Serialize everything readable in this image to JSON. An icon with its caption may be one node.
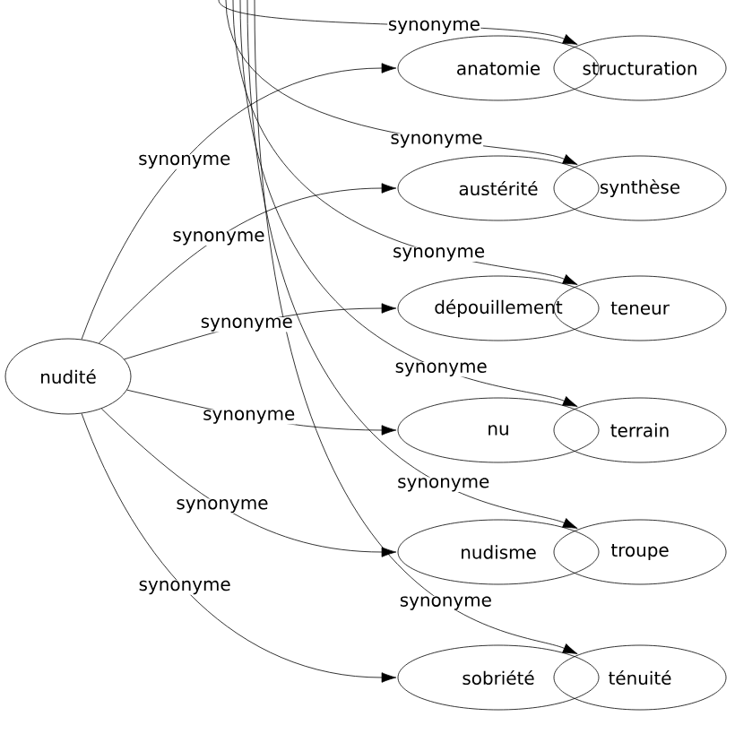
{
  "diagram": {
    "nodes": [
      {
        "text": [
          "nudité"
        ]
      },
      {
        "text": [
          "anatomie"
        ]
      },
      {
        "text": [
          "austérité"
        ]
      },
      {
        "text": [
          "dépouillement"
        ]
      },
      {
        "text": [
          "nu"
        ]
      },
      {
        "text": [
          "nudisme"
        ]
      },
      {
        "text": [
          "sobriété"
        ]
      },
      {
        "text": [
          "structuration"
        ]
      },
      {
        "text": [
          "synthèse"
        ]
      },
      {
        "text": [
          "teneur"
        ]
      },
      {
        "text": [
          "terrain"
        ]
      },
      {
        "text": [
          "troupe"
        ]
      },
      {
        "text": [
          "ténuité"
        ]
      }
    ],
    "edges": [
      {
        "from": 0,
        "to": 1,
        "arrow": "to",
        "label": "synonyme"
      },
      {
        "from": 0,
        "to": 2,
        "arrow": "to",
        "label": "synonyme"
      },
      {
        "from": 0,
        "to": 3,
        "arrow": "to",
        "label": "synonyme"
      },
      {
        "from": 0,
        "to": 4,
        "arrow": "to",
        "label": "synonyme"
      },
      {
        "from": 0,
        "to": 5,
        "arrow": "to",
        "label": "synonyme"
      },
      {
        "from": 0,
        "to": 6,
        "arrow": "to",
        "label": "synonyme"
      },
      {
        "from": null,
        "to": 7,
        "arrow": "to",
        "label": "synonyme"
      },
      {
        "from": null,
        "to": 8,
        "arrow": "to",
        "label": "synonyme"
      },
      {
        "from": null,
        "to": 9,
        "arrow": "to",
        "label": "synonyme"
      },
      {
        "from": null,
        "to": 10,
        "arrow": "to",
        "label": "synonyme"
      },
      {
        "from": null,
        "to": 11,
        "arrow": "to",
        "label": "synonyme"
      },
      {
        "from": null,
        "to": 12,
        "arrow": "to",
        "label": "synonyme"
      }
    ]
  }
}
